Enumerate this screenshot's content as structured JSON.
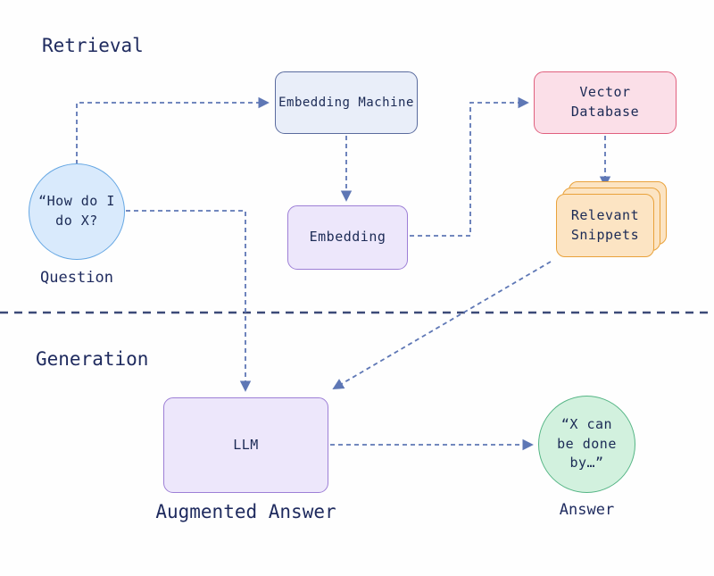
{
  "sections": {
    "retrieval": "Retrieval",
    "generation": "Generation"
  },
  "nodes": {
    "question": {
      "lines": [
        "“How do I",
        "do X?"
      ],
      "label": "Question"
    },
    "embedding_machine": {
      "label": "Embedding Machine"
    },
    "vector_database": {
      "lines": [
        "Vector",
        "Database"
      ]
    },
    "embedding": {
      "label": "Embedding"
    },
    "relevant_snippets": {
      "lines": [
        "Relevant",
        "Snippets"
      ]
    },
    "llm": {
      "label": "LLM",
      "caption": "Augmented Answer"
    },
    "answer": {
      "lines": [
        "“X can",
        "be done",
        "by…”"
      ],
      "label": "Answer"
    }
  },
  "colors": {
    "title_text": "#1e2a5e",
    "node_text": "#1b2a55",
    "arrow": "#5e77b5",
    "divider": "#3c4a78",
    "question_fill": "#d9eafc",
    "question_border": "#66a7e3",
    "machine_fill": "#e9eef9",
    "machine_border": "#5a6b9e",
    "vector_fill": "#fbdfe8",
    "vector_border": "#e0607e",
    "purple_fill": "#ede7fb",
    "purple_border": "#9d7fd6",
    "snippets_fill": "#fce4c3",
    "snippets_border": "#e9a23b",
    "answer_fill": "#d2f1de",
    "answer_border": "#55b585"
  }
}
